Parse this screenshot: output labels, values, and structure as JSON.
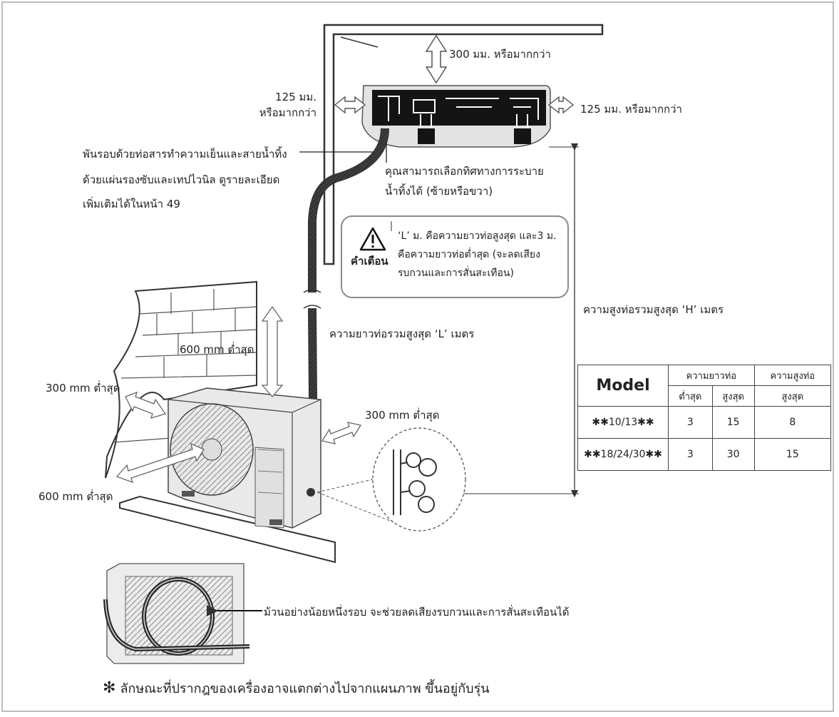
{
  "labels": {
    "top_clearance": "300 มม. หรือมากกว่า",
    "left_clearance_line1": "125 มม.",
    "left_clearance_line2": "หรือมากกว่า",
    "right_clearance": "125 มม. หรือมากกว่า",
    "wrap_note_line1": "พันรอบด้วยท่อสารทำความเย็นและสายน้ำทิ้ง",
    "wrap_note_line2": "ด้วยแผ่นรองซับและเทปไวนิล ดูรายละเอียด",
    "wrap_note_line3": "เพิ่มเติมได้ในหน้า 49",
    "drain_note_line1": "คุณสามารถเลือกทิศทางการระบาย",
    "drain_note_line2": "น้ำทิ้งได้ (ซ้ายหรือขวา)",
    "max_height": "ความสูงท่อรวมสูงสุด ‘H’ เมตร",
    "max_length": "ความยาวท่อรวมสูงสุด ‘L’ เมตร",
    "outdoor_top": "600 mm ต่ำสุด",
    "outdoor_left": "300 mm ต่ำสุด",
    "outdoor_right": "300 mm ต่ำสุด",
    "outdoor_front": "600 mm ต่ำสุด",
    "coil_note": "ม้วนอย่างน้อยหนึ่งรอบ จะช่วยลดเสียงรบกวนและการสั่นสะเทือนได้"
  },
  "warning": {
    "title": "คำเตือน",
    "text": "‘L’ ม. คือความยาวท่อสูงสุด และ3 ม. คือความยาวท่อต่ำสุด  (จะลดเสียงรบกวนและการสั่นสะเทือน)"
  },
  "table": {
    "model_header": "Model",
    "length_header": "ความยาวท่อ",
    "height_header": "ความสูงท่อ",
    "min_label": "ต่ำสุด",
    "max_label": "สูงสุด",
    "max_label_2": "สูงสุด",
    "rows": [
      {
        "model": "✱✱10/13✱✱",
        "min": "3",
        "max_len": "15",
        "max_h": "8"
      },
      {
        "model": "✱✱18/24/30✱✱",
        "min": "3",
        "max_len": "30",
        "max_h": "15"
      }
    ]
  },
  "footnote": {
    "star": "✻",
    "text": "ลักษณะที่ปรากฎของเครื่องอาจแตกต่างไปจากแผนภาพ ขึ้นอยู่กับรุ่น"
  },
  "icons": [
    "warning-triangle-icon",
    "double-arrow-icon",
    "asterisk-icon"
  ]
}
